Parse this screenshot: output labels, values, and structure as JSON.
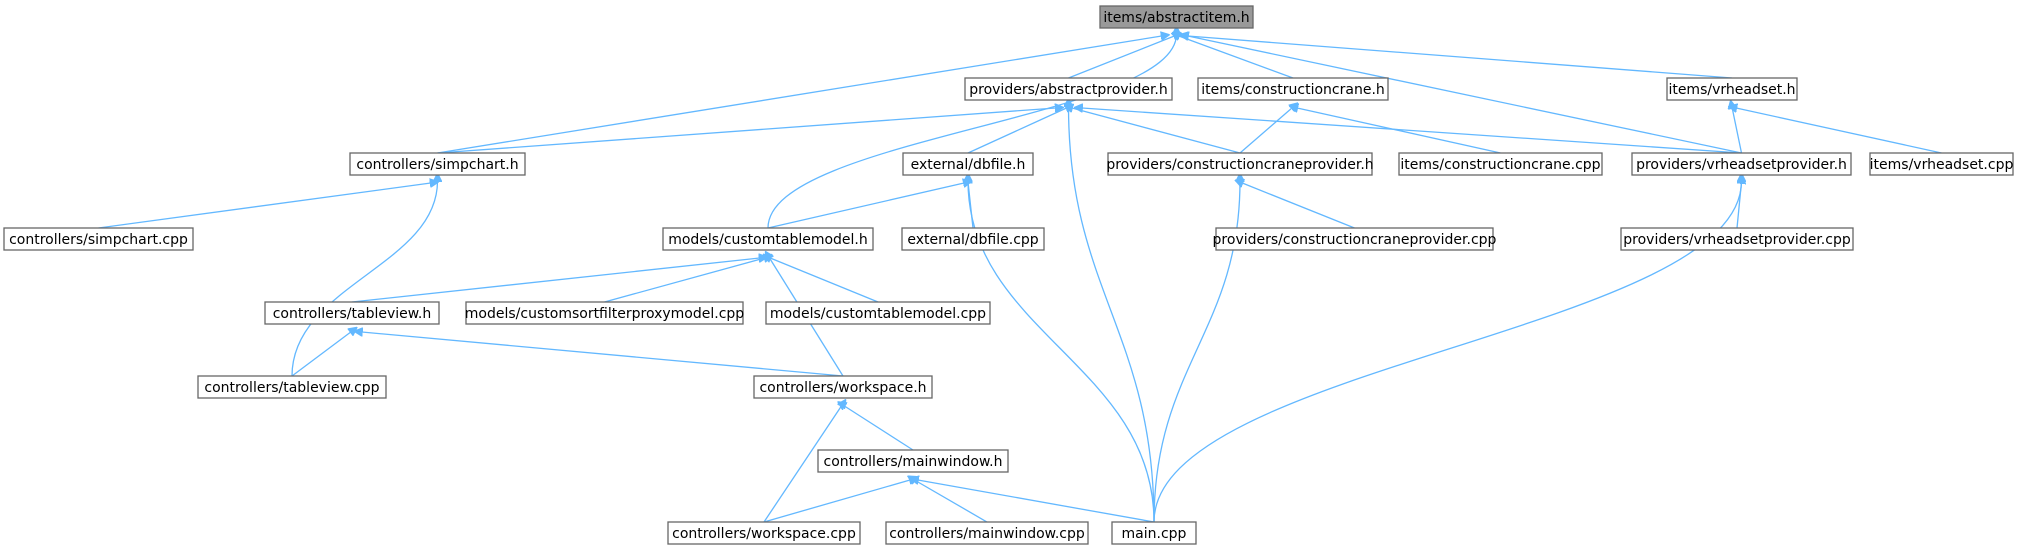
{
  "diagram": {
    "root": "abstractitem_h",
    "colors": {
      "edge": "#63b8ff",
      "node_border": "#666666",
      "root_fill": "#999999",
      "node_fill": "#ffffff"
    },
    "nodes": [
      {
        "id": "abstractitem_h",
        "label": "items/abstractitem.h"
      },
      {
        "id": "abstractprovider_h",
        "label": "providers/abstractprovider.h"
      },
      {
        "id": "constructioncrane_h",
        "label": "items/constructioncrane.h"
      },
      {
        "id": "vrheadset_h",
        "label": "items/vrheadset.h"
      },
      {
        "id": "simpchart_h",
        "label": "controllers/simpchart.h"
      },
      {
        "id": "dbfile_h",
        "label": "external/dbfile.h"
      },
      {
        "id": "constructioncraneprovider_h",
        "label": "providers/constructioncraneprovider.h"
      },
      {
        "id": "constructioncrane_cpp",
        "label": "items/constructioncrane.cpp"
      },
      {
        "id": "vrheadsetprovider_h",
        "label": "providers/vrheadsetprovider.h"
      },
      {
        "id": "vrheadset_cpp",
        "label": "items/vrheadset.cpp"
      },
      {
        "id": "simpchart_cpp",
        "label": "controllers/simpchart.cpp"
      },
      {
        "id": "customtablemodel_h",
        "label": "models/customtablemodel.h"
      },
      {
        "id": "dbfile_cpp",
        "label": "external/dbfile.cpp"
      },
      {
        "id": "constructioncraneprovider_cpp",
        "label": "providers/constructioncraneprovider.cpp"
      },
      {
        "id": "vrheadsetprovider_cpp",
        "label": "providers/vrheadsetprovider.cpp"
      },
      {
        "id": "tableview_h",
        "label": "controllers/tableview.h"
      },
      {
        "id": "customsortfilterproxymodel_cpp",
        "label": "models/customsortfilterproxymodel.cpp"
      },
      {
        "id": "customtablemodel_cpp",
        "label": "models/customtablemodel.cpp"
      },
      {
        "id": "tableview_cpp",
        "label": "controllers/tableview.cpp"
      },
      {
        "id": "workspace_h",
        "label": "controllers/workspace.h"
      },
      {
        "id": "mainwindow_h",
        "label": "controllers/mainwindow.h"
      },
      {
        "id": "workspace_cpp",
        "label": "controllers/workspace.cpp"
      },
      {
        "id": "mainwindow_cpp",
        "label": "controllers/mainwindow.cpp"
      },
      {
        "id": "main_cpp",
        "label": "main.cpp"
      }
    ],
    "edges": [
      {
        "from": "abstractitem_h",
        "to": "abstractprovider_h"
      },
      {
        "from": "abstractitem_h",
        "to": "constructioncrane_h"
      },
      {
        "from": "abstractitem_h",
        "to": "vrheadset_h"
      },
      {
        "from": "abstractitem_h",
        "to": "simpchart_h"
      },
      {
        "from": "abstractitem_h",
        "to": "customtablemodel_h"
      },
      {
        "from": "abstractitem_h",
        "to": "vrheadsetprovider_h"
      },
      {
        "from": "abstractprovider_h",
        "to": "simpchart_h"
      },
      {
        "from": "abstractprovider_h",
        "to": "dbfile_h"
      },
      {
        "from": "abstractprovider_h",
        "to": "constructioncraneprovider_h"
      },
      {
        "from": "abstractprovider_h",
        "to": "vrheadsetprovider_h"
      },
      {
        "from": "abstractprovider_h",
        "to": "main_cpp"
      },
      {
        "from": "constructioncrane_h",
        "to": "constructioncraneprovider_h"
      },
      {
        "from": "constructioncrane_h",
        "to": "constructioncrane_cpp"
      },
      {
        "from": "vrheadset_h",
        "to": "vrheadsetprovider_h"
      },
      {
        "from": "vrheadset_h",
        "to": "vrheadset_cpp"
      },
      {
        "from": "simpchart_h",
        "to": "simpchart_cpp"
      },
      {
        "from": "simpchart_h",
        "to": "tableview_cpp"
      },
      {
        "from": "dbfile_h",
        "to": "customtablemodel_h"
      },
      {
        "from": "dbfile_h",
        "to": "dbfile_cpp"
      },
      {
        "from": "dbfile_h",
        "to": "main_cpp"
      },
      {
        "from": "constructioncraneprovider_h",
        "to": "constructioncraneprovider_cpp"
      },
      {
        "from": "constructioncraneprovider_h",
        "to": "main_cpp"
      },
      {
        "from": "vrheadsetprovider_h",
        "to": "vrheadsetprovider_cpp"
      },
      {
        "from": "vrheadsetprovider_h",
        "to": "main_cpp"
      },
      {
        "from": "customtablemodel_h",
        "to": "tableview_h"
      },
      {
        "from": "customtablemodel_h",
        "to": "customsortfilterproxymodel_cpp"
      },
      {
        "from": "customtablemodel_h",
        "to": "customtablemodel_cpp"
      },
      {
        "from": "customtablemodel_h",
        "to": "workspace_h"
      },
      {
        "from": "tableview_h",
        "to": "tableview_cpp"
      },
      {
        "from": "tableview_h",
        "to": "workspace_h"
      },
      {
        "from": "workspace_h",
        "to": "mainwindow_h"
      },
      {
        "from": "workspace_h",
        "to": "workspace_cpp"
      },
      {
        "from": "mainwindow_h",
        "to": "workspace_cpp"
      },
      {
        "from": "mainwindow_h",
        "to": "mainwindow_cpp"
      },
      {
        "from": "mainwindow_h",
        "to": "main_cpp"
      }
    ]
  }
}
